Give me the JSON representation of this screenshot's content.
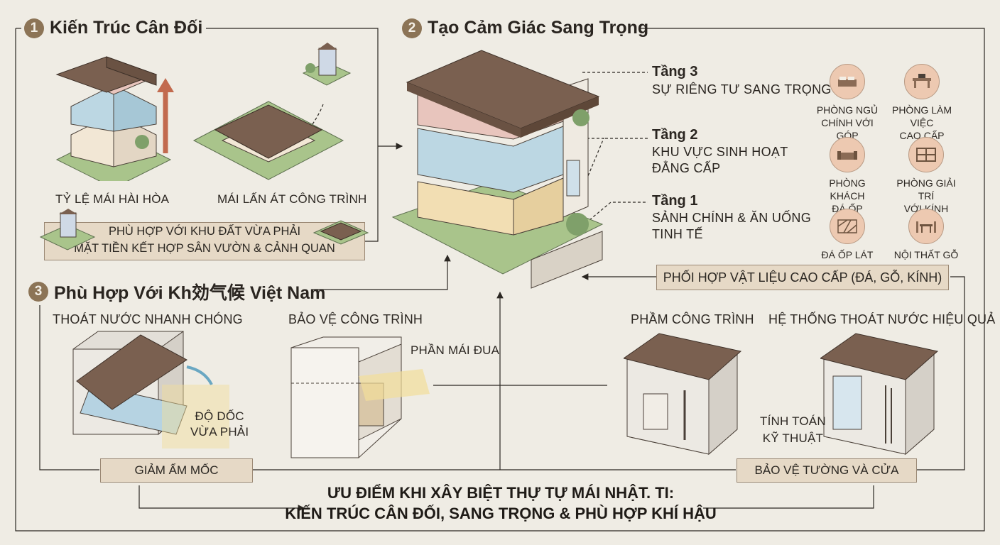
{
  "sections": {
    "s1": {
      "number": "1",
      "title": "Kiến Trúc Cân Đối"
    },
    "s2": {
      "number": "2",
      "title": "Tạo Cảm Giác Sang Trọng"
    },
    "s3": {
      "number": "3",
      "title": "Phù Hợp Với Kh効气候 Việt Nam"
    }
  },
  "s1": {
    "caption_left": "TỶ LỆ MÁI HÀI HÒA",
    "caption_right": "MÁI LẤN ÁT CÔNG TRÌNH",
    "box_line1": "PHÙ HỢP VỚI KHU ĐẤT VỪA PHẢI",
    "box_line2": "MẶT TIỀN KẾT HỢP SÂN VƯỜN & CẢNH QUAN"
  },
  "floors": [
    {
      "name": "Tầng 3",
      "line1": "SỰ RIÊNG TƯ SANG TRỌNG",
      "line2": ""
    },
    {
      "name": "Tầng 2",
      "line1": "KHU VỰC SINH HOẠT",
      "line2": "ĐẲNG CẤP"
    },
    {
      "name": "Tầng 1",
      "line1": "SẢNH CHÍNH & ĂN UỐNG",
      "line2": "TINH TẾ"
    }
  ],
  "rooms": [
    {
      "line1": "PHÒNG NGỦ",
      "line2": "CHÍNH VỚI GÓP",
      "icon": "bed-icon"
    },
    {
      "line1": "PHÒNG LÀM VIỆC",
      "line2": "CAO CẤP",
      "icon": "desk-icon"
    },
    {
      "line1": "PHÒNG KHÁCH",
      "line2": "ĐÁ ỐP",
      "icon": "sofa-icon"
    },
    {
      "line1": "PHÒNG GIẢI TRÍ",
      "line2": "VỚI KÍNH",
      "icon": "shelf-icon"
    },
    {
      "line1": "ĐÁ ỐP LÁT",
      "line2": "",
      "icon": "stone-tile-icon"
    },
    {
      "line1": "NỘI THẤT GỖ",
      "line2": "",
      "icon": "wood-table-icon"
    }
  ],
  "materials_box": "PHỐI HỢP VẬT LIỆU CAO CẤP (ĐÁ, GỖ, KÍNH)",
  "s3": {
    "drain_title": "THOÁT NƯỚC NHANH CHÓNG",
    "slope_line1": "ĐỘ DỐC",
    "slope_line2": "VỪA PHẢI",
    "mold_box": "GIẢM ẨM MỐC",
    "protect_title": "BẢO VỆ CÔNG TRÌNH",
    "eave_label": "PHẦN MÁI ĐUA",
    "wall_title": "PHẦM CÔNG TRÌNH",
    "system_title": "HỆ THỐNG THOÁT NƯỚC HIỆU QUẢ",
    "calc_line1": "TÍNH TOÁN",
    "calc_line2": "KỸ THUẬT",
    "protect_box": "BẢO VỆ TƯỜNG VÀ CỬA"
  },
  "footer": {
    "line1": "ƯU ĐIỂM KHI XÂY BIỆT THỰ TỰ MÁI NHẬT. TI:",
    "line2": "KIẾN TRÚC CÂN ĐỐI, SANG TRỌNG & PHÙ HỢP KHÍ HẬU"
  },
  "colors": {
    "accent": "#8c7456",
    "roof": "#7a6050",
    "floor3": "#e8c5bd",
    "floor2": "#bcd7e3",
    "floor1": "#f2deb3",
    "grass": "#a9c48b",
    "box": "#e6d9c6"
  }
}
